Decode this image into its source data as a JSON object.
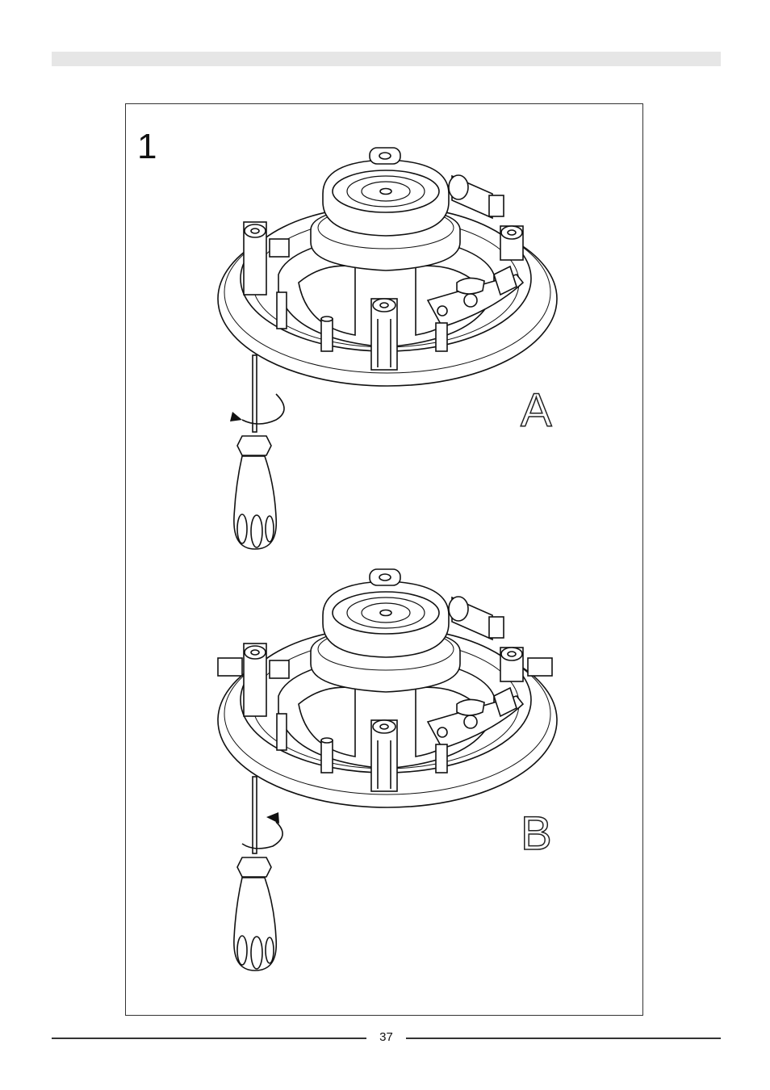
{
  "header": {
    "bar_color": "#e6e6e6"
  },
  "figure": {
    "step_number": "1",
    "panels": [
      {
        "letter": "A",
        "icon": "speaker-with-screwdriver-clockwise"
      },
      {
        "letter": "B",
        "icon": "speaker-with-screwdriver-counterclockwise"
      }
    ]
  },
  "footer": {
    "page_number": "37"
  }
}
